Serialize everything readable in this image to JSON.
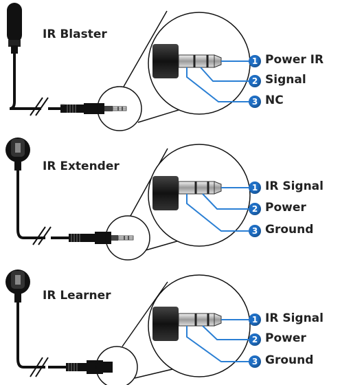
{
  "colors": {
    "cable": "#1a1a1a",
    "leader": "#2a7fd4",
    "badge": "#1f6fc5",
    "text": "#222222"
  },
  "sections": [
    {
      "title": "IR Blaster",
      "device_icon": "ir-blaster-icon",
      "pins": [
        {
          "number": "1",
          "label": "Power IR"
        },
        {
          "number": "2",
          "label": "Signal"
        },
        {
          "number": "3",
          "label": "NC"
        }
      ]
    },
    {
      "title": "IR Extender",
      "device_icon": "ir-extender-icon",
      "pins": [
        {
          "number": "1",
          "label": "IR Signal"
        },
        {
          "number": "2",
          "label": "Power"
        },
        {
          "number": "3",
          "label": "Ground"
        }
      ]
    },
    {
      "title": "IR Learner",
      "device_icon": "ir-learner-icon",
      "pins": [
        {
          "number": "1",
          "label": "IR Signal"
        },
        {
          "number": "2",
          "label": "Power"
        },
        {
          "number": "3",
          "label": "Ground"
        }
      ]
    }
  ]
}
